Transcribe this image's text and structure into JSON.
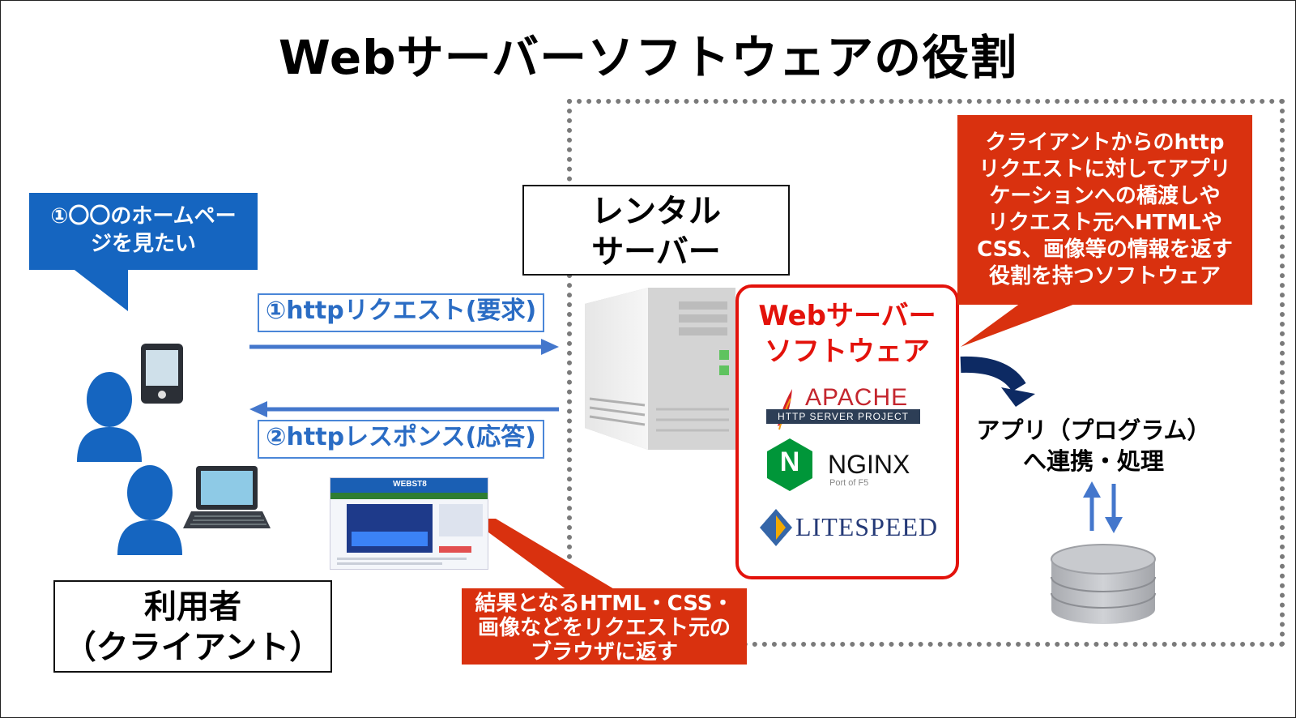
{
  "title": "Webサーバーソフトウェアの役割",
  "user_bubble": {
    "line1": "①〇〇のホームペー",
    "line2": "ジを見たい"
  },
  "request_label": "①httpリクエスト(要求)",
  "response_label": "②httpレスポンス(応答)",
  "rental_server": {
    "line1": "レンタル",
    "line2": "サーバー"
  },
  "client_box": {
    "line1": "利用者",
    "line2": "（クライアント）"
  },
  "webserver_callout": {
    "lines": [
      "クライアントからのhttp",
      "リクエストに対してアプリ",
      "ケーションへの橋渡しや",
      "リクエスト元へHTMLや",
      "CSS、画像等の情報を返す",
      "役割を持つソフトウェア"
    ]
  },
  "middleware": {
    "title_line1": "Webサーバー",
    "title_line2": "ソフトウェア",
    "apache": {
      "name": "APACHE",
      "sub": "HTTP SERVER PROJECT"
    },
    "nginx": {
      "name": "NGINX",
      "sub": "Port of F5",
      "mark": "N"
    },
    "litespeed": {
      "name": "LITESPEED"
    }
  },
  "app_label": {
    "line1": "アプリ（プログラム）",
    "line2": "へ連携・処理"
  },
  "result_callout": {
    "line1": "結果となるHTML・CSS・",
    "line2": "画像などをリクエスト元の",
    "line3": "ブラウザに返す"
  },
  "browser_screenshot": {
    "site": "WEBST8"
  },
  "colors": {
    "blue": "#1565c0",
    "red": "#d9310f",
    "arrow_blue": "#4477cc",
    "navy": "#0d2a63"
  }
}
